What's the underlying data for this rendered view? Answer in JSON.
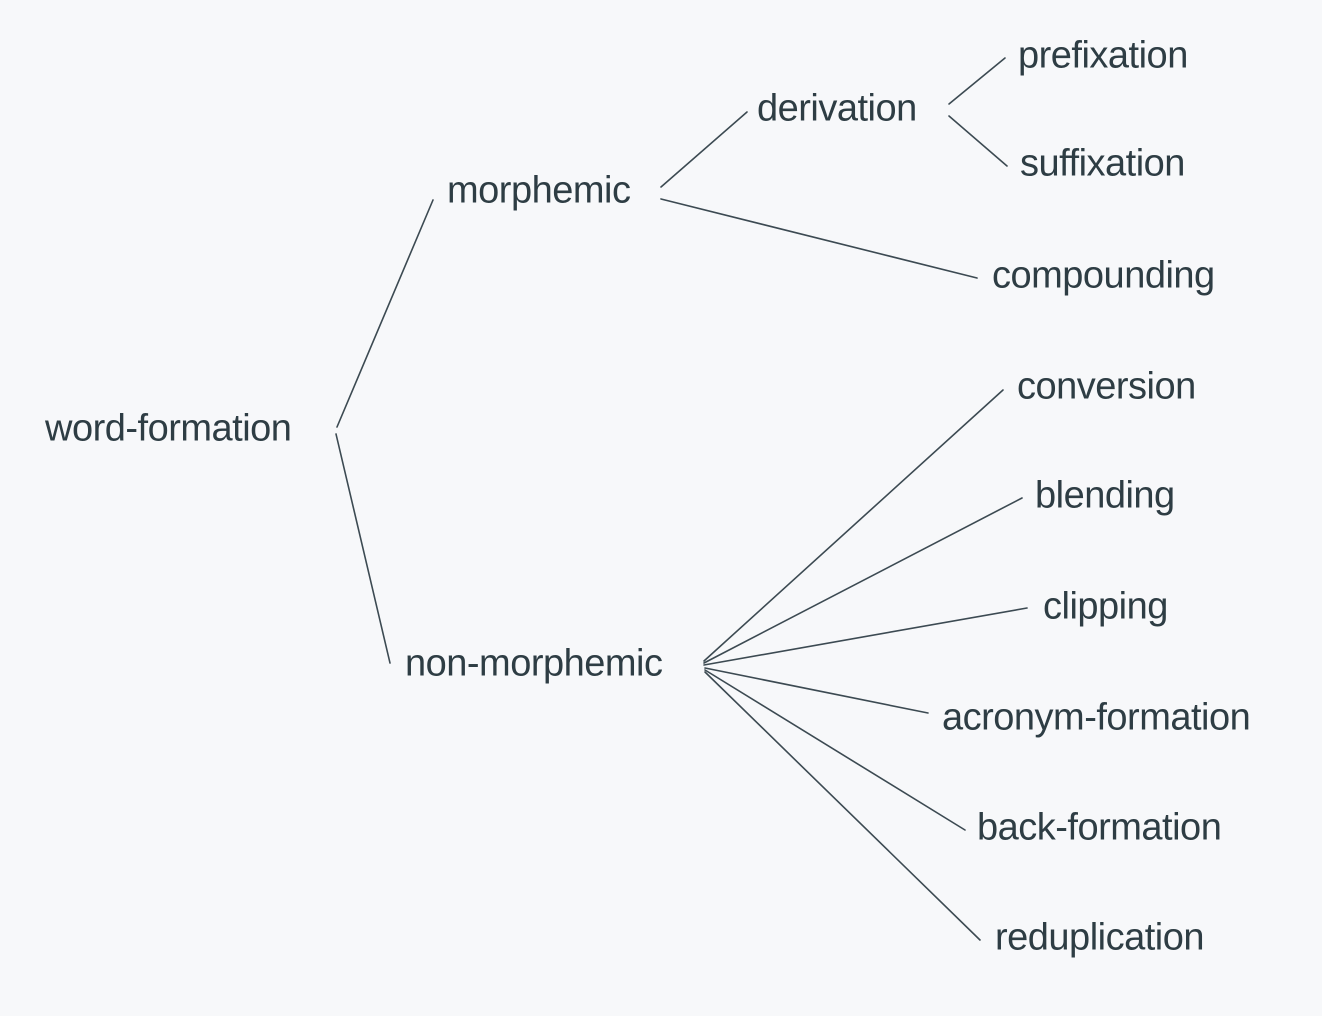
{
  "diagram": {
    "type": "tree",
    "topic": "word-formation",
    "colors": {
      "background": "#f7f8fa",
      "line": "#3c4a52",
      "text": "#2e3d44"
    },
    "labels": {
      "root": "word-formation",
      "morphemic": "morphemic",
      "derivation": "derivation",
      "prefixation": "prefixation",
      "suffixation": "suffixation",
      "compounding": "compounding",
      "non_morphemic": "non-morphemic",
      "conversion": "conversion",
      "blending": "blending",
      "clipping": "clipping",
      "acronym_formation": "acronym-formation",
      "back_formation": "back-formation",
      "reduplication": "reduplication"
    },
    "hierarchy": {
      "word-formation": {
        "morphemic": {
          "derivation": [
            "prefixation",
            "suffixation"
          ],
          "compounding": []
        },
        "non-morphemic": [
          "conversion",
          "blending",
          "clipping",
          "acronym-formation",
          "back-formation",
          "reduplication"
        ]
      }
    }
  }
}
